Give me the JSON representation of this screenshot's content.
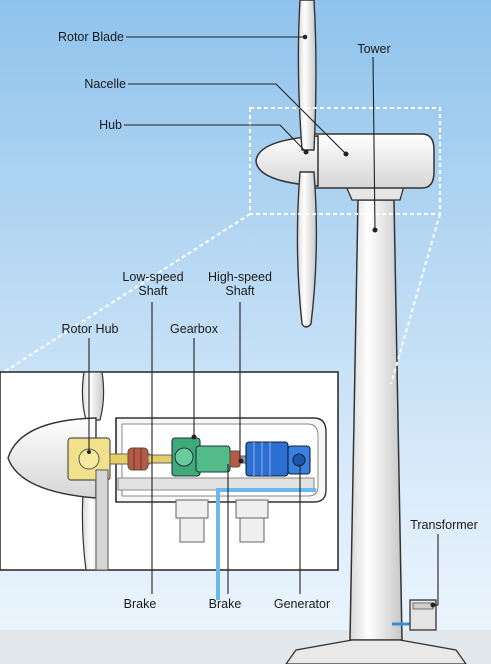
{
  "labels": {
    "rotor_blade": "Rotor Blade",
    "nacelle": "Nacelle",
    "hub": "Hub",
    "tower": "Tower",
    "low_speed_shaft": "Low-speed\nShaft",
    "high_speed_shaft": "High-speed\nShaft",
    "rotor_hub": "Rotor Hub",
    "gearbox": "Gearbox",
    "brake_left": "Brake",
    "brake_right": "Brake",
    "generator": "Generator",
    "transformer": "Transformer"
  },
  "colors": {
    "sky_top": "#8fc3ec",
    "sky_bottom": "#eef6fd",
    "hub_yellow": "#f2e08a",
    "gearbox_green": "#3daa78",
    "generator_blue": "#2c6fd1",
    "cable_blue": "#6ab8ec",
    "brake_red": "#b55a4a",
    "structure_white": "#f4f4f4"
  }
}
